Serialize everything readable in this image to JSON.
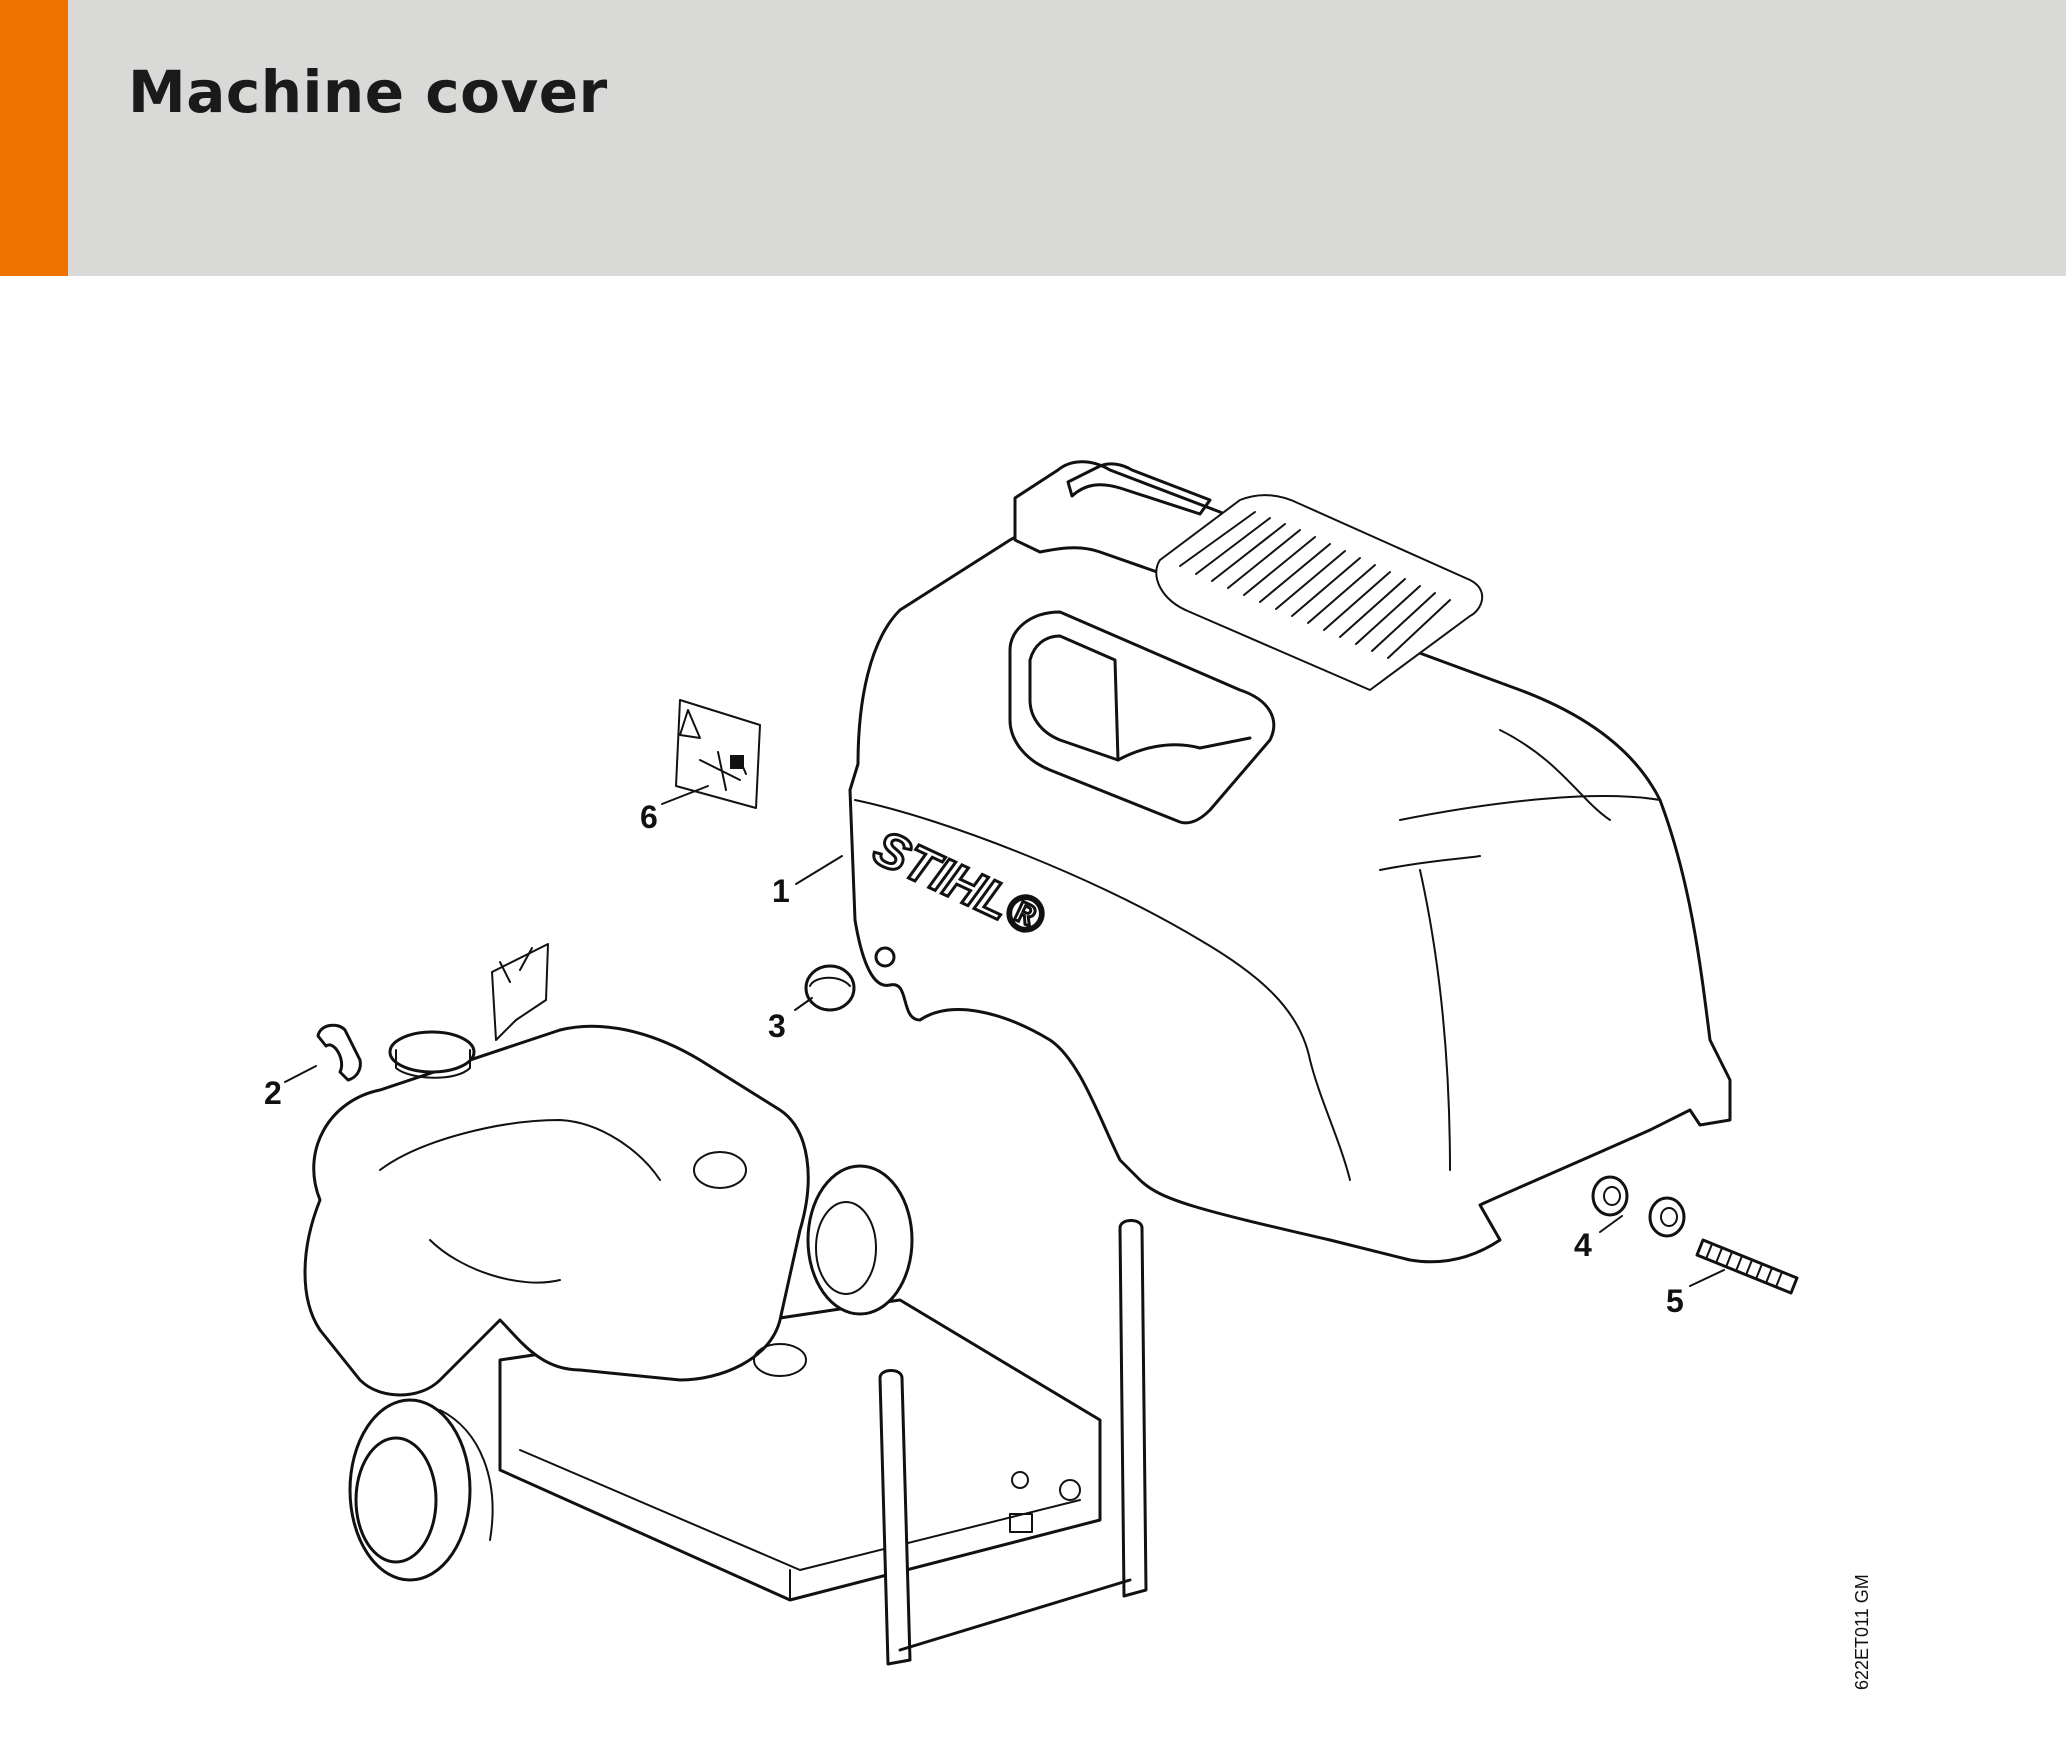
{
  "header": {
    "title": "Machine cover",
    "accent_color": "#ef7200",
    "band_color": "#d9d9d8"
  },
  "diagram": {
    "brand_logo": "STIHL®",
    "drawing_code": "622ET011 GM",
    "callouts": [
      {
        "number": "1",
        "part": "machine-cover"
      },
      {
        "number": "2",
        "part": "clip"
      },
      {
        "number": "3",
        "part": "plug"
      },
      {
        "number": "4",
        "part": "nut"
      },
      {
        "number": "5",
        "part": "threaded-rod"
      },
      {
        "number": "6",
        "part": "warning-label"
      }
    ]
  }
}
